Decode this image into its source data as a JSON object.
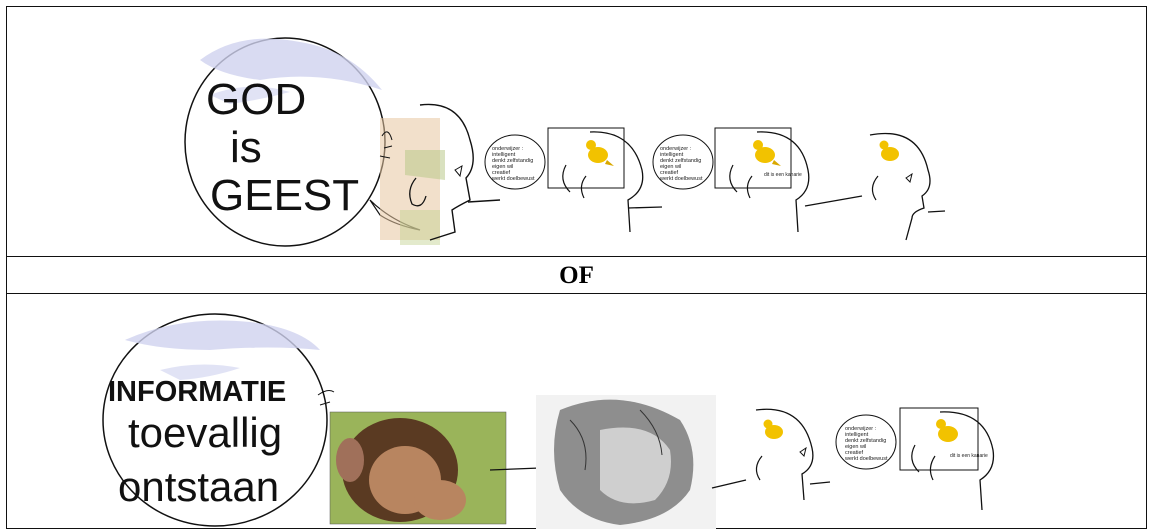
{
  "divider": {
    "label": "OF"
  },
  "top_panel": {
    "bubble_lines": [
      "GOD",
      "is",
      "GEEST"
    ],
    "teacher_bubble": {
      "heading": "onderwijzer :",
      "lines": [
        "intelligent",
        "denkt zelfstandig",
        "eigen wil",
        "creatief",
        "werkt doelbewust"
      ]
    },
    "caption": "dit is een kanarie"
  },
  "bottom_panel": {
    "bubble_lines": [
      "INFORMATIE",
      "toevallig",
      "ontstaan"
    ],
    "teacher_bubble": {
      "heading": "onderwijzer :",
      "lines": [
        "intelligent",
        "denkt zelfstandig",
        "eigen wil",
        "creatief",
        "werkt doelbewust"
      ]
    },
    "caption": "dit is een kanarie"
  },
  "colors": {
    "line": "#111111",
    "bird": "#f2c200",
    "cloud": "#b9bfe6"
  }
}
